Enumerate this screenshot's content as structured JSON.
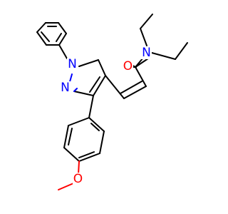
{
  "molecule": {
    "atoms": {
      "amide_o": "O",
      "amide_n": "N",
      "pyrazole_n1": "N",
      "pyrazole_n2": "N",
      "methoxy_o": "O"
    },
    "colors": {
      "carbon_bond": "#000000",
      "oxygen": "#ff0000",
      "nitrogen": "#0000ff",
      "background": "#ffffff"
    }
  }
}
